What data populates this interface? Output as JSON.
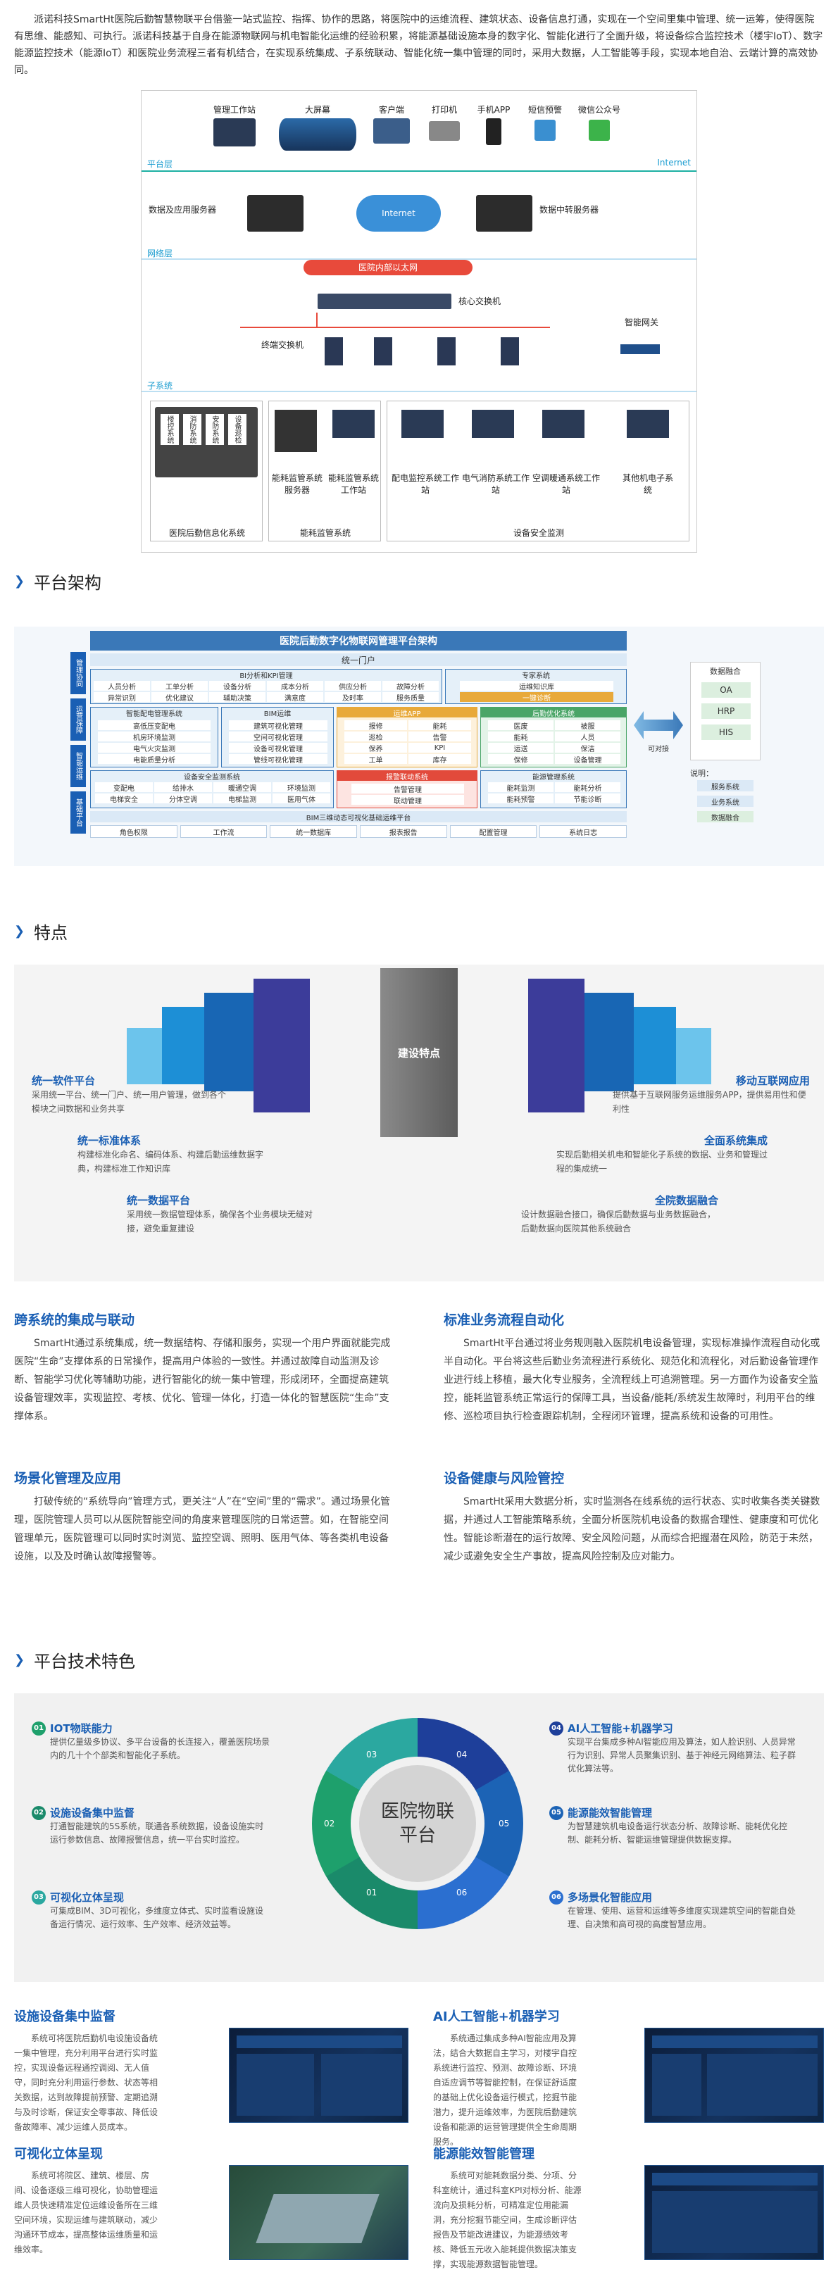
{
  "intro": "派诺科技SmartHt医院后勤智慧物联平台借鉴一站式监控、指挥、协作的思路，将医院中的运维流程、建筑状态、设备信息打通，实现在一个空间里集中管理、统一运筹，使得医院有思维、能感知、可执行。派诺科技基于自身在能源物联网与机电智能化运维的经验积累，将能源基础设施本身的数字化、智能化进行了全面升级，将设备综合监控技术（楼宇IoT）、数字能源监控技术（能源IoT）和医院业务流程三者有机结合，在实现系统集成、子系统联动、智能化统一集中管理的同时，采用大数据，人工智能等手段，实现本地自治、云端计算的高效协同。",
  "topology": {
    "devices": [
      "管理工作站",
      "大屏幕",
      "客户端",
      "打印机",
      "手机APP",
      "短信预警",
      "微信公众号"
    ],
    "platform_layer": "平台层",
    "internet_right": "Internet",
    "db_server": "数据及应用服务器",
    "internet": "Internet",
    "relay_server": "数据中转服务器",
    "network_layer": "网络层",
    "lan": "医院内部以太网",
    "core_switch": "核心交换机",
    "terminal_switch": "终端交换机",
    "gateway": "智能网关",
    "subsystem_layer": "子系统",
    "rack_labels": [
      "楼控系统",
      "消防系统",
      "安防系统",
      "设备巡检"
    ],
    "sub_items": [
      "能耗监管系统服务器",
      "能耗监管系统工作站",
      "配电监控系统工作站",
      "电气消防系统工作站",
      "空调暖通系统工作站",
      "其他机电子系统"
    ],
    "groups": [
      "医院后勤信息化系统",
      "能耗监管系统",
      "设备安全监测"
    ]
  },
  "sections": {
    "arch": "平台架构",
    "features": "特点",
    "tech": "平台技术特色"
  },
  "arch": {
    "title": "医院后勤数字化物联网管理平台架构",
    "left_tags": [
      "管理协同",
      "运营保障",
      "智能运维",
      "基础平台"
    ],
    "portal": "统一门户",
    "bi": "BI分析和KPI管理",
    "bi_items": [
      "人员分析",
      "工单分析",
      "设备分析",
      "成本分析",
      "供应分析",
      "故障分析",
      "异常识别",
      "优化建议",
      "辅助决策",
      "满意度",
      "及时率",
      "服务质量"
    ],
    "expert": "专家系统",
    "expert_items": [
      "运维知识库",
      "一键诊断"
    ],
    "energy": "智能配电管理系统",
    "energy_items": [
      "高低压变配电",
      "机房环境监测",
      "电气火灾监测",
      "电能质量分析"
    ],
    "bim": "BIM运维",
    "bim_items": [
      "建筑可视化管理",
      "空间可视化管理",
      "设备可视化管理",
      "管线可视化管理"
    ],
    "app": "运维APP",
    "app_items": [
      "报修",
      "巡检",
      "保养",
      "工单",
      "能耗",
      "告警",
      "KPI",
      "库存"
    ],
    "logistics": "后勤优化系统",
    "logistics_items": [
      "医废",
      "被服",
      "能耗",
      "人员",
      "运送",
      "保洁",
      "保修",
      "设备管理"
    ],
    "safety": "设备安全监测系统",
    "safety_items": [
      "变配电",
      "给排水",
      "暖通空调",
      "环境监测",
      "电梯安全",
      "分体空调",
      "电梯监测",
      "医用气体"
    ],
    "alarm": "报警联动系统",
    "alarm_items": [
      "告警管理",
      "联动管理"
    ],
    "energy_mgmt": "能源管理系统",
    "energy_mgmt_items": [
      "能耗监测",
      "能耗分析",
      "能耗预警",
      "节能诊断"
    ],
    "bim_engine": "BIM三维动态可视化基础运维平台",
    "base_items": [
      "角色权限",
      "工作流",
      "统一数据库",
      "报表报告",
      "配置管理",
      "系统日志"
    ],
    "interact": "可对接",
    "fusion": "数据融合",
    "fusion_items": [
      "OA",
      "HRP",
      "HIS"
    ],
    "legend_title": "说明：",
    "legend_items": [
      "服务系统",
      "业务系统",
      "数据融合"
    ]
  },
  "features": {
    "center": "建设特点",
    "items": [
      {
        "title": "统一软件平台",
        "desc": "采用统一平台、统一门户、统一用户管理，做到各个模块之间数据和业务共享"
      },
      {
        "title": "统一标准体系",
        "desc": "构建标准化命名、编码体系、构建后勤运维数据字典，构建标准工作知识库"
      },
      {
        "title": "统一数据平台",
        "desc": "采用统一数据管理体系，确保各个业务模块无缝对接，避免重复建设"
      },
      {
        "title": "移动互联网应用",
        "desc": "提供基于互联网服务运维服务APP，提供易用性和便利性"
      },
      {
        "title": "全面系统集成",
        "desc": "实现后勤相关机电和智能化子系统的数据、业务和管理过程的集成统一"
      },
      {
        "title": "全院数据融合",
        "desc": "设计数据融合接口，确保后勤数据与业务数据融合，后勤数据向医院其他系统融合"
      }
    ]
  },
  "columns": [
    {
      "title": "跨系统的集成与联动",
      "body": "SmartHt通过系统集成，统一数据结构、存储和服务，实现一个用户界面就能完成医院“生命”支撑体系的日常操作，提高用户体验的一致性。并通过故障自动监测及诊断、智能学习优化等辅助功能，进行智能化的统一集中管理，形成闭环，全面提高建筑设备管理效率，实现监控、考核、优化、管理一体化，打造一体化的智慧医院“生命”支撑体系。"
    },
    {
      "title": "标准业务流程自动化",
      "body": "SmartHt平台通过将业务规则融入医院机电设备管理，实现标准操作流程自动化或半自动化。平台将这些后勤业务流程进行系统化、规范化和流程化，对后勤设备管理作业进行线上移植，最大化专业服务，全流程线上可追溯管理。另一方面作为设备安全监控，能耗监管系统正常运行的保障工具，当设备/能耗/系统发生故障时，利用平台的维修、巡检项目执行检查跟踪机制，全程闭环管理，提高系统和设备的可用性。"
    },
    {
      "title": "场景化管理及应用",
      "body": "打破传统的“系统导向”管理方式，更关注“人”在“空间”里的“需求”。通过场景化管理，医院管理人员可以从医院智能空间的角度来管理医院的日常运营。如，在智能空间管理单元，医院管理可以同时实时浏览、监控空调、照明、医用气体、等各类机电设备设施，以及及时确认故障报警等。"
    },
    {
      "title": "设备健康与风险管控",
      "body": "SmartHt采用大数据分析，实时监测各在线系统的运行状态、实时收集各类关键数据，并通过人工智能策略系统，全面分析医院机电设备的数据合理性、健康度和可优化性。智能诊断潜在的运行故障、安全风险问题，从而综合把握潜在风险，防范于未然，减少或避免安全生产事故，提高风险控制及应对能力。"
    }
  ],
  "tech": {
    "center": "医院物联平台",
    "numbers": [
      "01",
      "02",
      "03",
      "04",
      "05",
      "06"
    ],
    "items": [
      {
        "num": "01",
        "title": "IOT物联能力",
        "desc": "提供亿量级多协议、多平台设备的长连接入，覆盖医院场景内的几十个个部类和智能化子系统。"
      },
      {
        "num": "02",
        "title": "设施设备集中监督",
        "desc": "打通智能建筑的5S系统，联通各系统数据，设备设施实时运行参数信息、故障报警信息，统一平台实时监控。"
      },
      {
        "num": "03",
        "title": "可视化立体呈现",
        "desc": "可集成BIM、3D可视化，多维度立体式、实时监看设施设备运行情况、运行效率、生产效率、经济效益等。"
      },
      {
        "num": "04",
        "title": "AI人工智能+机器学习",
        "desc": "实现平台集成多种AI智能应用及算法，如人脸识别、人员异常行为识别、异常人员聚集识别、基于神经元网络算法、粒子群优化算法等。"
      },
      {
        "num": "05",
        "title": "能源能效智能管理",
        "desc": "为智慧建筑机电设备运行状态分析、故障诊断、能耗优化控制、能耗分析、智能运维管理提供数据支撑。"
      },
      {
        "num": "06",
        "title": "多场景化智能应用",
        "desc": "在管理、使用、运营和运维等多维度实现建筑空间的智能自处理、自决策和高可视的高度智慧应用。"
      }
    ]
  },
  "cards": [
    {
      "title": "设施设备集中监督",
      "body": "系统可将医院后勤机电设施设备统一集中管理，充分利用平台进行实时监控，实现设备远程通控调阅、无人值守，同时充分利用运行参数、状态等相关数据，达到故障提前预警、定期追溯与及时诊断，保证安全零事故、降低设备故障率、减少运维人员成本。"
    },
    {
      "title": "AI人工智能+机器学习",
      "body": "系统通过集成多种AI智能应用及算法，结合大数据自主学习，对楼宇自控系统进行监控、预测、故障诊断、环境自适应调节等智能控制，在保证舒适度的基础上优化设备运行模式，挖掘节能潜力，提升运维效率，为医院后勤建筑设备和能源的运营管理提供全生命周期服务。"
    },
    {
      "title": "可视化立体呈现",
      "body": "系统可将院区、建筑、楼层、房间、设备逐级三维可视化，协助管理运维人员快速精准定位运维设备所在三维空间环境，实现运维与建筑联动，减少沟通环节成本，提高整体运维质量和运维效率。"
    },
    {
      "title": "能源能效智能管理",
      "body": "系统可对能耗数据分类、分项、分科室统计，通过科室KPI对标分析、能源流向及损耗分析，可精准定位用能漏洞，充分挖掘节能空间，生成诊断评估报告及节能改进建议，为能源绩效考核、降低五元收入能耗提供数据决策支撑，实现能源数据智能管理。"
    }
  ],
  "colors": {
    "accent": "#1a5fb4",
    "teal": "#1cb0a3",
    "orange": "#e8a93a",
    "red": "#e24a3b",
    "green": "#4aa567"
  }
}
